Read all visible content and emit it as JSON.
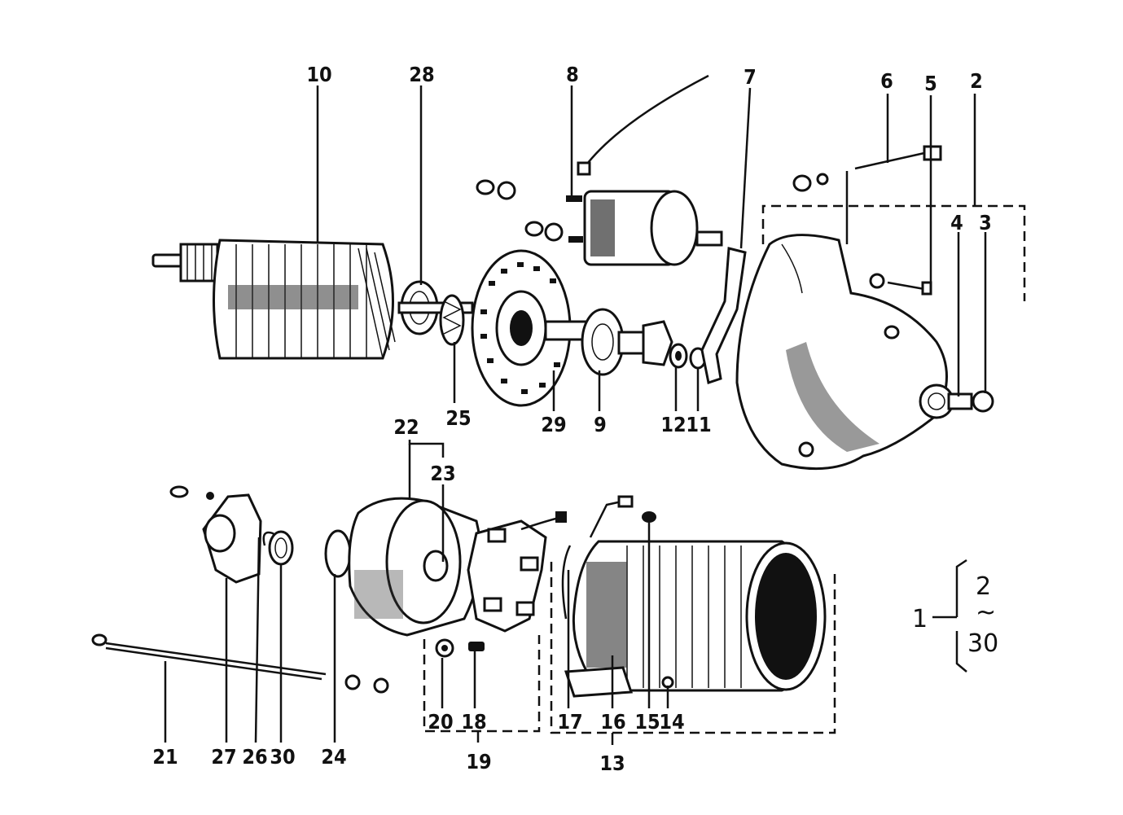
{
  "part_labels": {
    "p10": "10",
    "p28": "28",
    "p8": "8",
    "p7": "7",
    "p6": "6",
    "p5": "5",
    "p2": "2",
    "p4": "4",
    "p3": "3",
    "p25": "25",
    "p29": "29",
    "p9": "9",
    "p12": "12",
    "p11": "11",
    "p22": "22",
    "p23": "23",
    "p21": "21",
    "p27": "27",
    "p26": "26",
    "p30": "30",
    "p24": "24",
    "p20": "20",
    "p18": "18",
    "p19": "19",
    "p17": "17",
    "p16": "16",
    "p15": "15",
    "p14": "14",
    "p13": "13"
  },
  "legend": {
    "assembly": "1",
    "range_start": "2",
    "range_sep": "~",
    "range_end": "30"
  }
}
